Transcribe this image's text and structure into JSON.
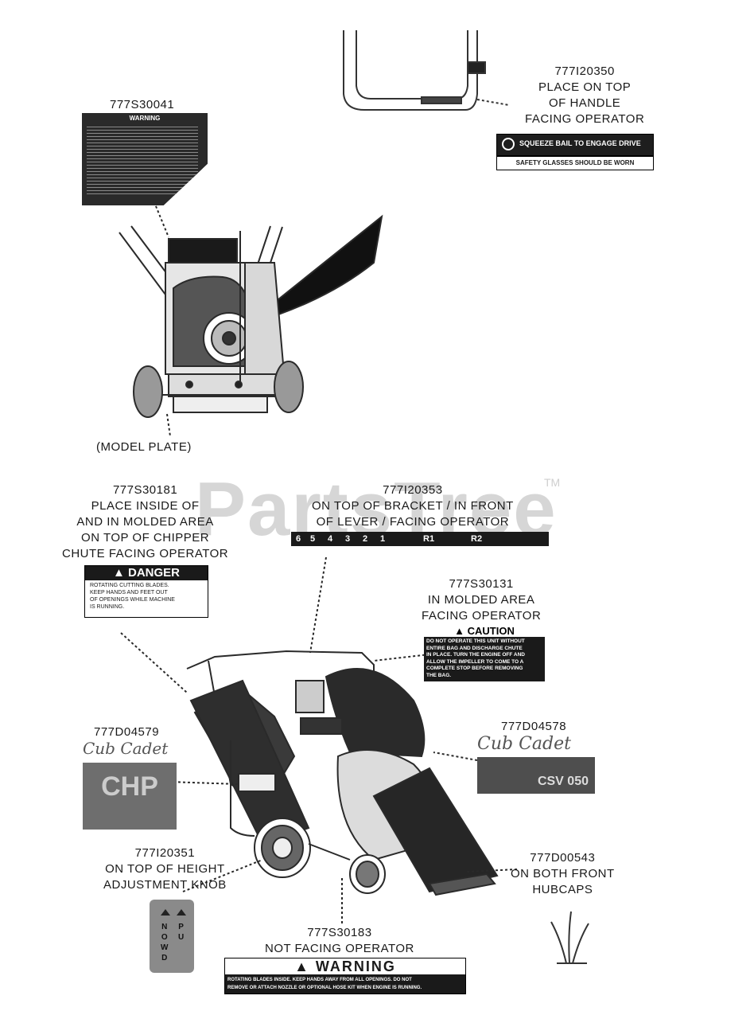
{
  "watermark": {
    "text": "PartsTree",
    "tm": "TM"
  },
  "parts": {
    "p1": {
      "number": "777I20350",
      "lines": [
        "PLACE ON TOP",
        "OF HANDLE",
        "FACING OPERATOR"
      ]
    },
    "p2": {
      "number": "777S30041"
    },
    "p3": {
      "number": "777S30181",
      "lines": [
        "PLACE INSIDE OF",
        "AND IN MOLDED AREA",
        "ON TOP OF CHIPPER",
        "CHUTE FACING OPERATOR"
      ]
    },
    "p4": {
      "number": "777I20353",
      "lines": [
        "ON TOP OF BRACKET / IN FRONT",
        "OF LEVER / FACING OPERATOR"
      ]
    },
    "p5": {
      "number": "777S30131",
      "lines": [
        "IN MOLDED AREA",
        "FACING OPERATOR"
      ]
    },
    "p6": {
      "number": "777D04579"
    },
    "p7": {
      "number": "777D04578"
    },
    "p8": {
      "number": "777I20351",
      "lines": [
        "ON TOP OF HEIGHT",
        "ADJUSTMENT KNOB"
      ]
    },
    "p9": {
      "number": "777D00543",
      "lines": [
        "ON BOTH FRONT",
        "HUBCAPS"
      ]
    },
    "p10": {
      "number": "777S30183",
      "lines": [
        "NOT FACING OPERATOR"
      ]
    }
  },
  "model_plate": "(MODEL PLATE)",
  "decals": {
    "squeeze": "SQUEEZE BAIL TO ENGAGE DRIVE",
    "glasses": "SAFETY GLASSES SHOULD BE WORN",
    "warning_small": "WARNING",
    "lever_positions": [
      "6",
      "5",
      "4",
      "3",
      "2",
      "1",
      "R1",
      "R2"
    ],
    "danger_title": "DANGER",
    "danger_text": [
      "ROTATING CUTTING BLADES.",
      "KEEP HANDS AND FEET OUT",
      "OF OPENINGS WHILE MACHINE",
      "IS RUNNING."
    ],
    "caution_title": "CAUTION",
    "caution_text": [
      "DO NOT OPERATE THIS UNIT WITHOUT",
      "ENTIRE BAG AND DISCHARGE CHUTE",
      "IN PLACE. TURN THE ENGINE OFF AND",
      "ALLOW THE IMPELLER TO COME TO A",
      "COMPLETE STOP BEFORE REMOVING",
      "THE BAG."
    ],
    "brand": "Cub Cadet",
    "brand_sub_left": "CHP",
    "brand_sub_right": "CSV 050",
    "knob_left": [
      "N",
      "O",
      "W",
      "D"
    ],
    "knob_right": [
      "P",
      "U"
    ],
    "warning_big_title": "WARNING",
    "warning_big_text": [
      "ROTATING BLADES INSIDE. KEEP HANDS AWAY FROM ALL OPENINGS. DO NOT",
      "REMOVE OR ATTACH NOZZLE OR OPTIONAL HOSE KIT WHEN ENGINE IS RUNNING."
    ]
  }
}
